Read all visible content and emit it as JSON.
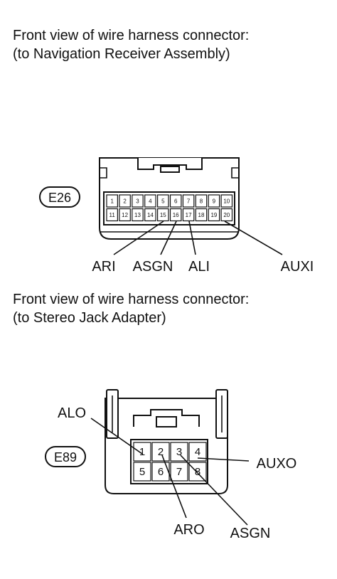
{
  "captions": {
    "e26": {
      "line1": "Front view of wire harness connector:",
      "line2": "(to Navigation Receiver Assembly)"
    },
    "e89": {
      "line1": "Front view of wire harness connector:",
      "line2": "(to Stereo Jack Adapter)"
    }
  },
  "connector_e26": {
    "code": "E26",
    "pins_row1": [
      "1",
      "2",
      "3",
      "4",
      "5",
      "6",
      "7",
      "8",
      "9",
      "10"
    ],
    "pins_row2": [
      "11",
      "12",
      "13",
      "14",
      "15",
      "16",
      "17",
      "18",
      "19",
      "20"
    ],
    "labels": {
      "ari": "ARI",
      "asgn": "ASGN",
      "ali": "ALI",
      "auxi": "AUXI"
    }
  },
  "connector_e89": {
    "code": "E89",
    "pins_row1": [
      "1",
      "2",
      "3",
      "4"
    ],
    "pins_row2": [
      "5",
      "6",
      "7",
      "8"
    ],
    "labels": {
      "alo": "ALO",
      "auxo": "AUXO",
      "aro": "ARO",
      "asgn": "ASGN"
    }
  }
}
